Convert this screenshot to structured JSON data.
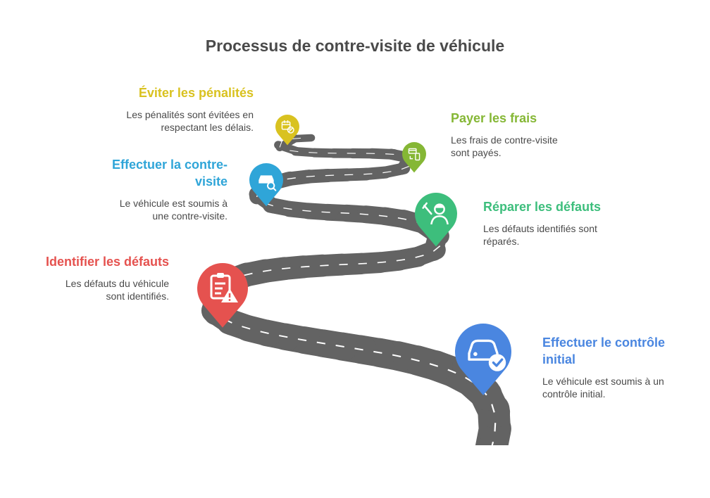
{
  "title": "Processus de contre-visite de véhicule",
  "colors": {
    "road": "#636363",
    "road_dash": "#ffffff",
    "blue": "#4A86E0",
    "red": "#E5524F",
    "green": "#3DBE7C",
    "cyan": "#2FA5D8",
    "lime": "#85B735",
    "yellow": "#D9C220",
    "text": "#4a4a4a"
  },
  "steps": [
    {
      "id": "controle-initial",
      "title": "Effectuer le contrôle initial",
      "desc": "Le véhicule est soumis à un contrôle initial.",
      "color": "blue",
      "icon": "car-check-icon"
    },
    {
      "id": "identifier-defauts",
      "title": "Identifier les défauts",
      "desc": "Les défauts du véhicule sont identifiés.",
      "color": "red",
      "icon": "clipboard-warning-icon"
    },
    {
      "id": "reparer-defauts",
      "title": "Réparer les défauts",
      "desc": "Les défauts identifiés sont réparés.",
      "color": "green",
      "icon": "mechanic-icon"
    },
    {
      "id": "contre-visite",
      "title": "Effectuer la contre-visite",
      "desc": "Le véhicule est soumis à une contre-visite.",
      "color": "cyan",
      "icon": "car-search-icon"
    },
    {
      "id": "payer-frais",
      "title": "Payer les frais",
      "desc": "Les frais de contre-visite sont payés.",
      "color": "lime",
      "icon": "payment-icon"
    },
    {
      "id": "eviter-penalites",
      "title": "Éviter les pénalités",
      "desc": "Les pénalités sont évitées en respectant les délais.",
      "color": "yellow",
      "icon": "calendar-block-icon"
    }
  ]
}
